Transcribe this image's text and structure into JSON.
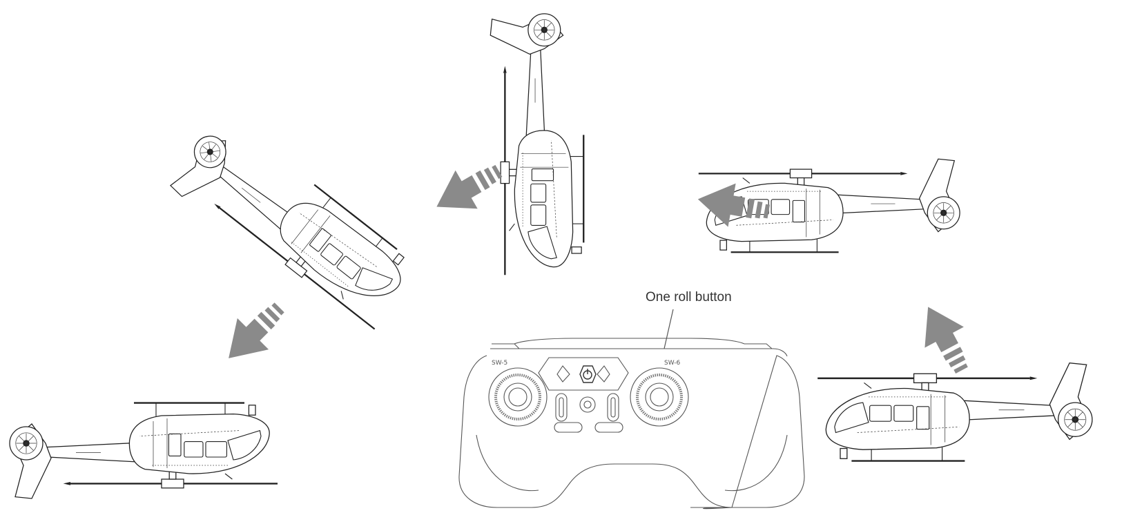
{
  "callout": {
    "label": "One roll button"
  },
  "remote": {
    "switch_left": "SW-5",
    "switch_right": "SW-6"
  },
  "colors": {
    "arrow": "#8a8a8a",
    "line": "#222222",
    "remote_line": "#555555"
  },
  "icons": [
    "helicopter-icon",
    "transmitter-icon",
    "power-icon",
    "roll-arrow-icon"
  ]
}
